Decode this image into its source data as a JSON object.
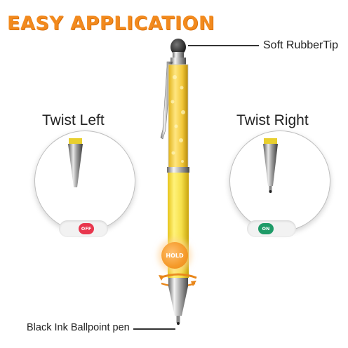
{
  "headline": "EASY APPLICATION",
  "callouts": {
    "rubber_tip": "Soft RubberTip",
    "twist_left": "Twist Left",
    "twist_right": "Twist Right",
    "ink": "Black Ink Ballpoint pen"
  },
  "toggles": {
    "left": "OFF",
    "right": "ON"
  },
  "hold_badge": "HOLD",
  "colors": {
    "headline": "#f28a1e",
    "pen_body": "#f3e045",
    "off": "#e8364d",
    "on": "#1f9b68",
    "hold": "#f59a2a"
  }
}
